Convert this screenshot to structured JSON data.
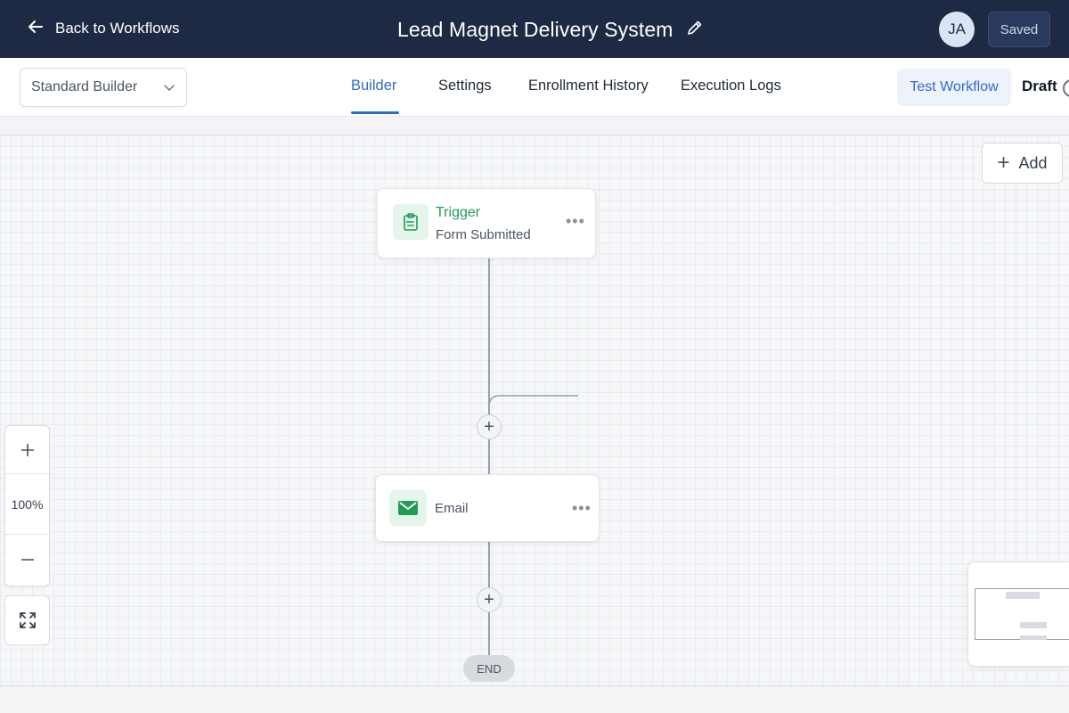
{
  "header": {
    "back_label": "Back to Workflows",
    "workflow_title": "Lead Magnet Delivery System",
    "avatar_initials": "JA",
    "saved_label": "Saved"
  },
  "subnav": {
    "builder_mode": "Standard Builder",
    "tabs": [
      {
        "label": "Builder",
        "active": true
      },
      {
        "label": "Settings",
        "active": false
      },
      {
        "label": "Enrollment History",
        "active": false
      },
      {
        "label": "Execution Logs",
        "active": false
      }
    ],
    "test_workflow_label": "Test Workflow",
    "status_label": "Draft"
  },
  "canvas": {
    "add_label": "Add",
    "trigger": {
      "title": "Trigger",
      "subtitle": "Form Submitted",
      "icon": "clipboard-list-icon"
    },
    "action": {
      "title": "Email",
      "icon": "envelope-icon"
    },
    "end_label": "END",
    "zoom_level": "100%"
  },
  "colors": {
    "topbar_bg": "#1e2a44",
    "accent_blue": "#2f6cc9",
    "trigger_green": "#1f9d55",
    "email_green": "#1f9d55"
  }
}
